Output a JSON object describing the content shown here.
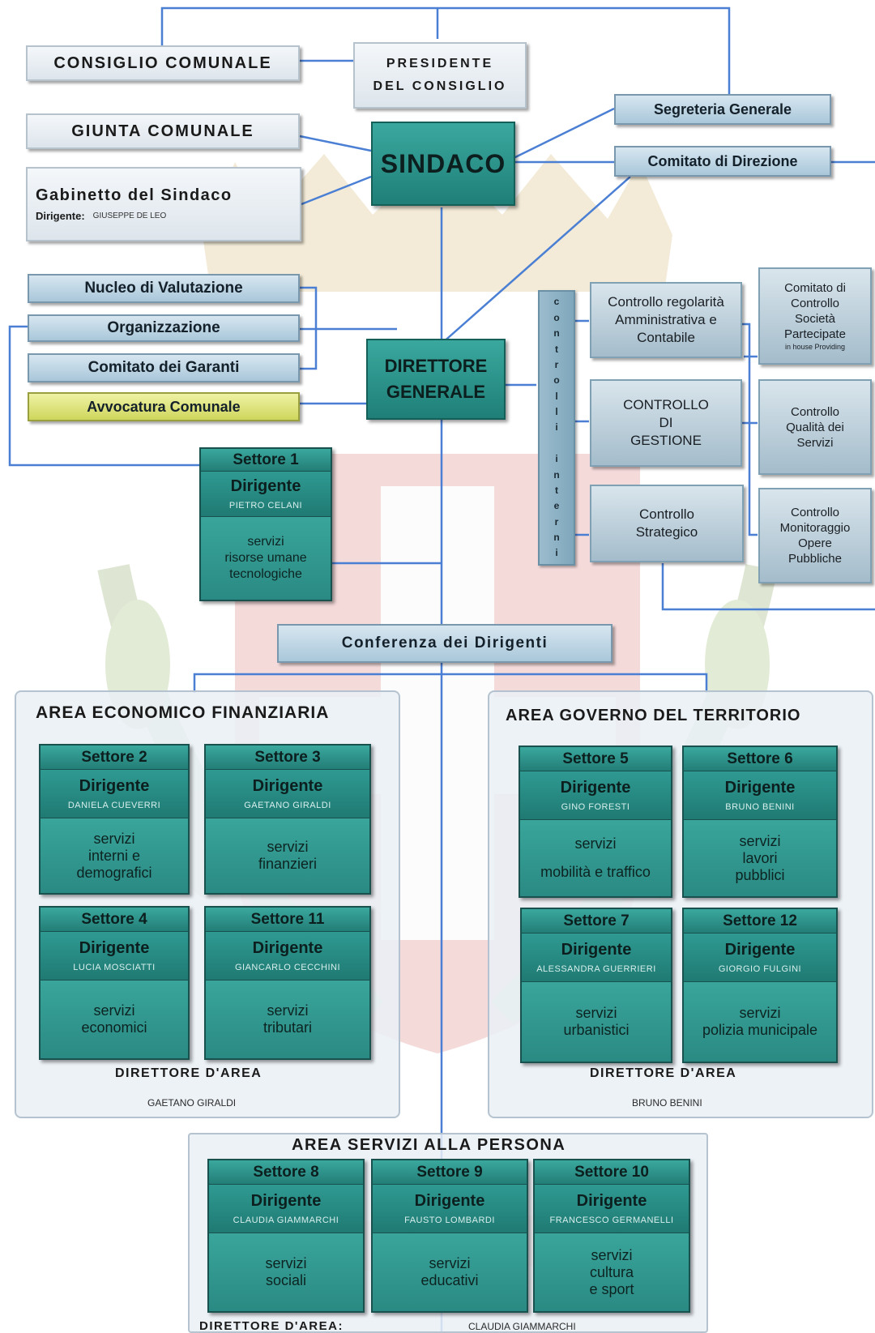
{
  "top": {
    "consiglio": "CONSIGLIO COMUNALE",
    "presidente_line1": "PRESIDENTE",
    "presidente_line2": "DEL CONSIGLIO",
    "giunta": "GIUNTA COMUNALE",
    "sindaco": "SINDACO",
    "gabinetto_title": "Gabinetto del Sindaco",
    "gabinetto_dir_label": "Dirigente:",
    "gabinetto_dir_name": "GIUSEPPE DE LEO",
    "segreteria": "Segreteria Generale",
    "comitato_direzione": "Comitato di Direzione"
  },
  "staff": {
    "nucleo": "Nucleo di Valutazione",
    "organizzazione": "Organizzazione",
    "garanti": "Comitato dei Garanti",
    "avvocatura": "Avvocatura Comunale"
  },
  "direttore": {
    "line1": "DIRETTORE",
    "line2": "GENERALE"
  },
  "controlli": {
    "vertical_label": "controlli interni",
    "regolarita": [
      "Controllo regolarità",
      "Amministrativa e",
      "Contabile"
    ],
    "gestione": [
      "CONTROLLO",
      "DI",
      "GESTIONE"
    ],
    "strategico": [
      "Controllo",
      "Strategico"
    ],
    "societa": [
      "Comitato di",
      "Controllo",
      "Società",
      "Partecipate"
    ],
    "societa_small": "in house Providing",
    "qualita": [
      "Controllo",
      "Qualità dei",
      "Servizi"
    ],
    "opere": [
      "Controllo",
      "Monitoraggio",
      "Opere",
      "Pubbliche"
    ]
  },
  "settore1": {
    "title": "Settore 1",
    "dir_label": "Dirigente",
    "dir_name": "PIETRO CELANI",
    "servizi": [
      "servizi",
      "risorse umane",
      "tecnologiche"
    ]
  },
  "conferenza": "Conferenza dei Dirigenti",
  "area_economico": {
    "title": "AREA ECONOMICO FINANZIARIA",
    "dir_label": "DIRETTORE D'AREA",
    "dir_name": "GAETANO GIRALDI",
    "settori": [
      {
        "title": "Settore 2",
        "dir_label": "Dirigente",
        "dir_name": "DANIELA CUEVERRI",
        "servizi": [
          "servizi",
          "interni e",
          "demografici"
        ]
      },
      {
        "title": "Settore 3",
        "dir_label": "Dirigente",
        "dir_name": "GAETANO GIRALDI",
        "servizi": [
          "servizi",
          "finanzieri"
        ]
      },
      {
        "title": "Settore 4",
        "dir_label": "Dirigente",
        "dir_name": "LUCIA MOSCIATTI",
        "servizi": [
          "servizi",
          "economici"
        ]
      },
      {
        "title": "Settore 11",
        "dir_label": "Dirigente",
        "dir_name": "GIANCARLO CECCHINI",
        "servizi": [
          "servizi",
          "tributari"
        ]
      }
    ]
  },
  "area_territorio": {
    "title": "AREA GOVERNO DEL TERRITORIO",
    "dir_label": "DIRETTORE D'AREA",
    "dir_name": "BRUNO BENINI",
    "settori": [
      {
        "title": "Settore 5",
        "dir_label": "Dirigente",
        "dir_name": "GINO FORESTI",
        "servizi": [
          "servizi",
          "",
          "mobilità e traffico"
        ]
      },
      {
        "title": "Settore 6",
        "dir_label": "Dirigente",
        "dir_name": "BRUNO BENINI",
        "servizi": [
          "servizi",
          "lavori",
          "pubblici"
        ]
      },
      {
        "title": "Settore 7",
        "dir_label": "Dirigente",
        "dir_name": "ALESSANDRA GUERRIERI",
        "servizi": [
          "servizi",
          "urbanistici"
        ]
      },
      {
        "title": "Settore 12",
        "dir_label": "Dirigente",
        "dir_name": "GIORGIO FULGINI",
        "servizi": [
          "servizi",
          "polizia municipale"
        ]
      }
    ]
  },
  "area_persona": {
    "title": "AREA SERVIZI ALLA PERSONA",
    "dir_label": "DIRETTORE D'AREA:",
    "dir_name": "CLAUDIA GIAMMARCHI",
    "settori": [
      {
        "title": "Settore 8",
        "dir_label": "Dirigente",
        "dir_name": "CLAUDIA GIAMMARCHI",
        "servizi": [
          "servizi",
          "sociali"
        ]
      },
      {
        "title": "Settore 9",
        "dir_label": "Dirigente",
        "dir_name": "FAUSTO LOMBARDI",
        "servizi": [
          "servizi",
          "educativi"
        ]
      },
      {
        "title": "Settore 10",
        "dir_label": "Dirigente",
        "dir_name": "FRANCESCO GERMANELLI",
        "servizi": [
          "servizi",
          "cultura",
          "e sport"
        ]
      }
    ]
  },
  "colors": {
    "connector": "#4a7fd4",
    "teal": "#2a8f88",
    "light_blue": "#b7d0e0",
    "avvocatura": "#dfe57a"
  }
}
